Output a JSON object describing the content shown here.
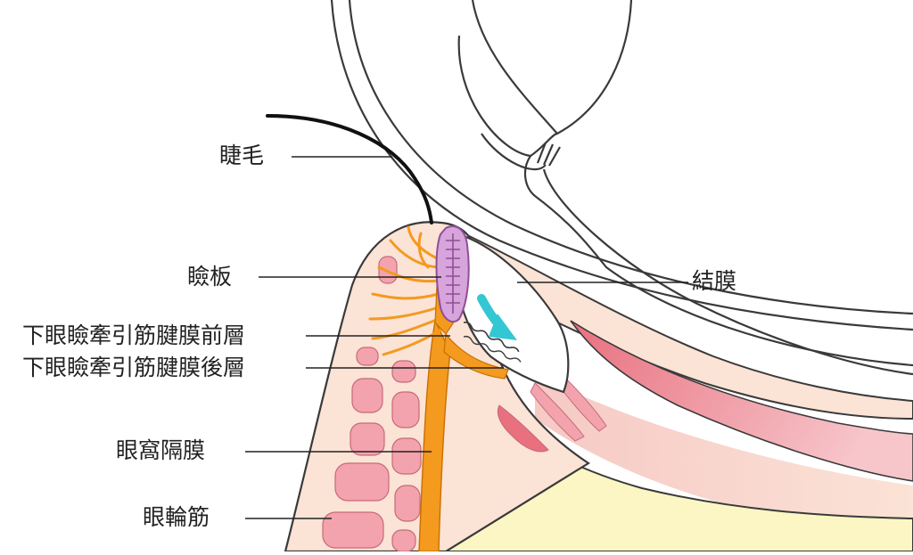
{
  "labels": {
    "eyelashes": "睫毛",
    "tarsal_plate": "瞼板",
    "lower_eyelid_retractor_anterior": "下眼瞼牽引筋腱膜前層",
    "lower_eyelid_retractor_posterior": "下眼瞼牽引筋腱膜後層",
    "orbital_septum": "眼窩隔膜",
    "orbicularis_oculi": "眼輪筋",
    "conjunctiva": "結膜"
  },
  "colors": {
    "skin": "#fbe3d6",
    "muscle": "#f3a3ad",
    "muscle_dark": "#e8808f",
    "aponeurosis": "#f39a1f",
    "fat": "#fbf6c4",
    "tarsal": "#d7a4dc",
    "tarsal_outline": "#8e4f96",
    "arrow": "#33c7d3",
    "outline": "#3a3a3a"
  },
  "icons": {
    "arrow": "teal-down-right-arrow"
  }
}
